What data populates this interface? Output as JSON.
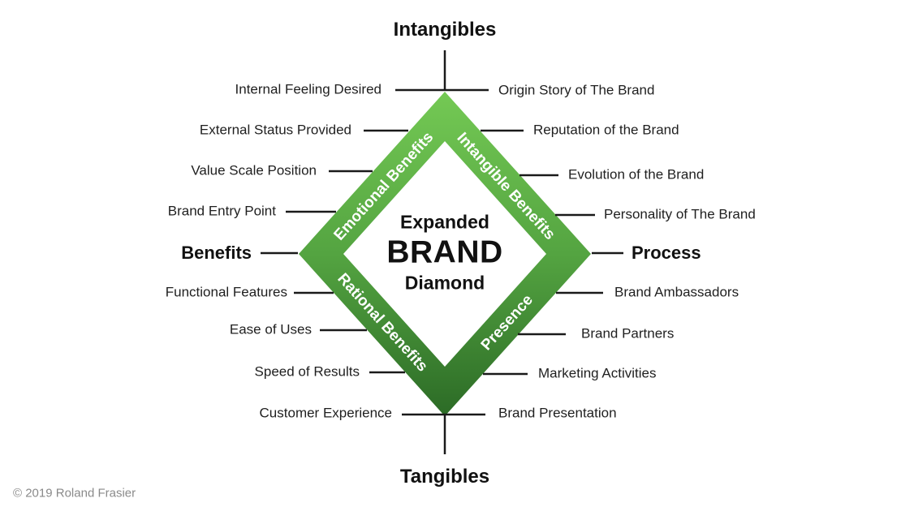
{
  "diagram": {
    "center": {
      "line1": "Expanded",
      "line2": "BRAND",
      "line3": "Diamond"
    },
    "poles": {
      "top": "Intangibles",
      "bottom": "Tangibles",
      "left": "Benefits",
      "right": "Process"
    },
    "band": {
      "top_left": "Emotional Benefits",
      "top_right": "Intangible Benefits",
      "bottom_left": "Rational Benefits",
      "bottom_right": "Presence"
    },
    "left_items": [
      {
        "label": "Internal Feeling Desired"
      },
      {
        "label": "External Status Provided"
      },
      {
        "label": "Value Scale Position"
      },
      {
        "label": "Brand Entry Point"
      },
      {
        "label": "Functional Features"
      },
      {
        "label": "Ease of Uses"
      },
      {
        "label": "Speed of Results"
      },
      {
        "label": "Customer Experience"
      }
    ],
    "right_items": [
      {
        "label": "Origin Story of The Brand"
      },
      {
        "label": "Reputation of the Brand"
      },
      {
        "label": "Evolution of the Brand"
      },
      {
        "label": "Personality of The Brand"
      },
      {
        "label": "Brand Ambassadors"
      },
      {
        "label": "Brand Partners"
      },
      {
        "label": "Marketing Activities"
      },
      {
        "label": "Brand Presentation"
      }
    ],
    "copyright": "© 2019 Roland Frasier",
    "colors": {
      "band_light": "#74c954",
      "band_mid": "#54a441",
      "band_dark": "#2c6b26",
      "line": "#1a1a1a"
    }
  }
}
